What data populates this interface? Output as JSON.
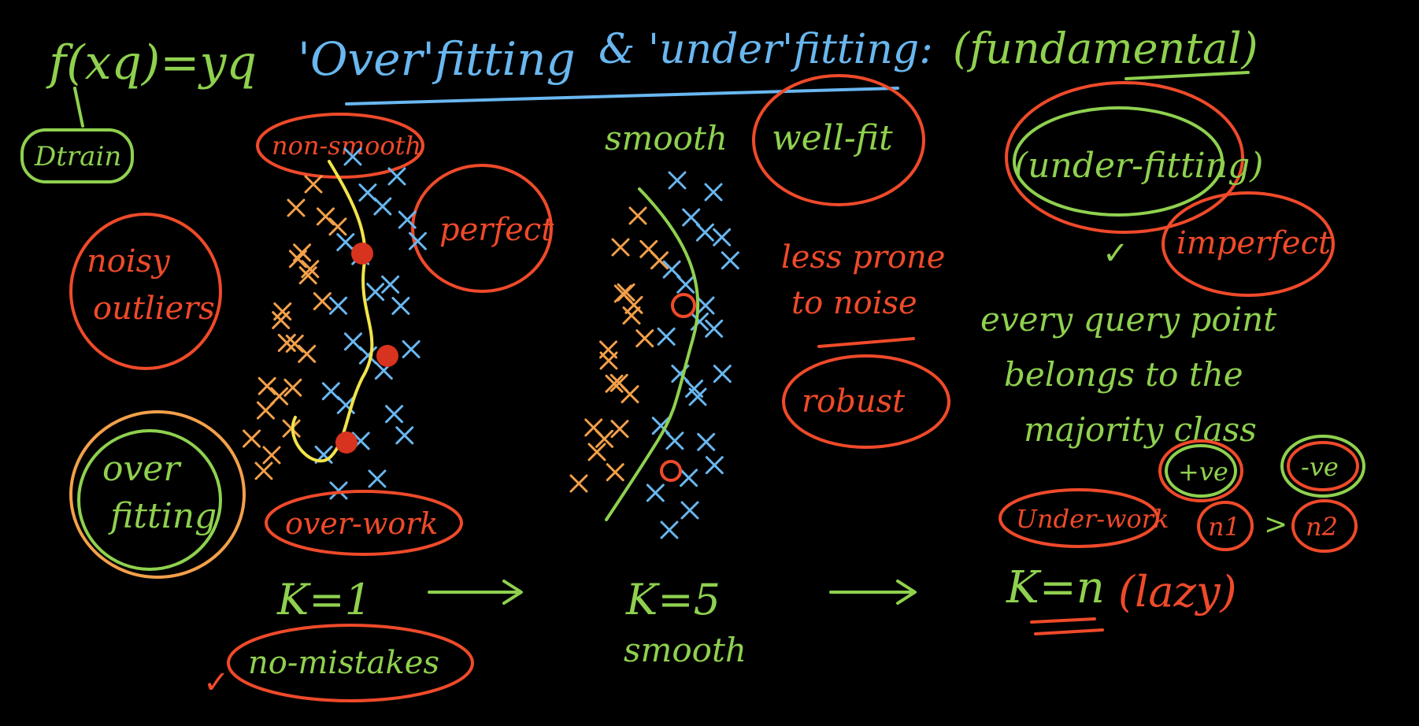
{
  "board": {
    "top_left": {
      "formula": "f(xq)=yq",
      "train_label": "Dtrain"
    },
    "title": {
      "overfitting": "'Over'fitting",
      "underfitting": "& 'under'fitting:",
      "fundamental": "(fundamental)"
    },
    "left_notes": {
      "noisy": "noisy",
      "outliers": "outliers",
      "over": "over",
      "fitting": "fitting"
    },
    "panel_k1": {
      "top_label": "non-smooth",
      "side_label": "perfect",
      "bottom_label": "over-work",
      "k_label": "K=1",
      "check": "✓",
      "note": "no-mistakes"
    },
    "panel_k5": {
      "top_label": "smooth",
      "side_label": "well-fit",
      "note_line1": "less prone",
      "note_line2": "to noise",
      "robust": "robust",
      "k_label": "K=5",
      "smooth_label": "smooth"
    },
    "panel_kn": {
      "circle_label": "(under-fitting)",
      "check": "✓",
      "imperfect": "imperfect",
      "line1": "every query point",
      "line2": "belongs to the",
      "line3": "majority class",
      "pos": "+ve",
      "neg": "-ve",
      "under_work": "Under-work",
      "n1": "n1",
      "gt": ">",
      "n2": "n2",
      "k_label": "K=n",
      "lazy": "(lazy)"
    },
    "colors": {
      "green": "#8fd14f",
      "red": "#ef4a2a",
      "blue": "#69b7f0",
      "orange": "#f3a04a",
      "yellow": "#f2e44a",
      "background": "#000000"
    }
  }
}
